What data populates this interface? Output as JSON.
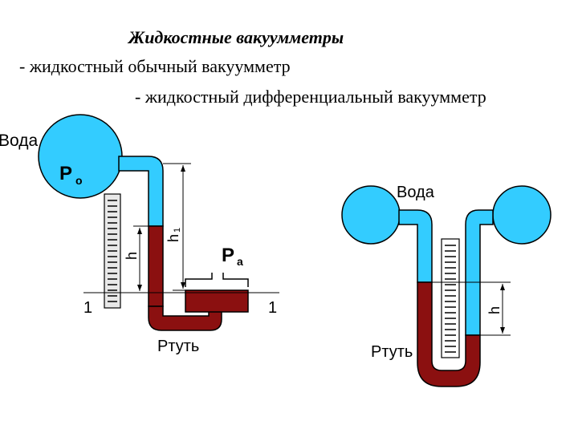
{
  "header": {
    "title": "Жидкостные вакуумметры",
    "item1": "- жидкостный обычный вакуумметр",
    "item2": "- жидкостный дифференциальный вакуумметр"
  },
  "left_diagram": {
    "water_label": "Вода",
    "p0_label": "P",
    "p0_sub": "o",
    "pa_label": "P",
    "pa_sub": "a",
    "h_label": "h",
    "h1_label": "h",
    "h1_sub": "1",
    "level_left": "1",
    "level_right": "1",
    "mercury_label": "Ртуть"
  },
  "right_diagram": {
    "water_label": "Вода",
    "h_label": "h",
    "mercury_label": "Ртуть"
  },
  "colors": {
    "water": "#33CCFF",
    "mercury": "#8B1010",
    "scale": "#E8E8E8",
    "outline": "#000000"
  }
}
